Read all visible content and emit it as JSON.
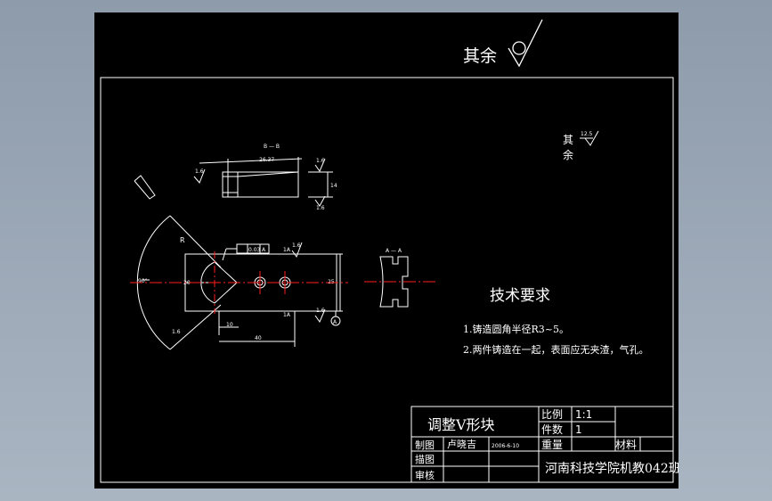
{
  "colors": {
    "background": "#000000",
    "outer": "#9aa7b6",
    "line": "#ffffff",
    "centerline": "#ff2020"
  },
  "roughness": {
    "remainder_label": "其余",
    "remainder_label_small": "其余",
    "small_value": "12.5"
  },
  "section_label": "A — A",
  "top_view_label": "B — B",
  "tolerance": {
    "value": "0.03",
    "datum": "A"
  },
  "dimensions": {
    "top_width": "26.37",
    "top_height": "14",
    "rough_16a": "1.6",
    "rough_16b": "1.6",
    "rough_16c": "1.6",
    "rough_16d": "1.6",
    "rough_16e": "1.6",
    "rough_16f": "1.6",
    "radius": "R",
    "left_len": "20",
    "width_v": "10",
    "length_total": "40",
    "height_total": "25",
    "arc_angle": "90°",
    "section_a_top": "1A",
    "section_a_bot": "1A",
    "datum_bubble": "A"
  },
  "tech_req": {
    "title": "技术要求",
    "items": [
      "1.铸造圆角半径R3~5。",
      "2.两件铸造在一起，表面应无夹渣，气孔。"
    ]
  },
  "title_block": {
    "part_name": "调整V形块",
    "scale_label": "比例",
    "scale_value": "1:1",
    "count_label": "件数",
    "count_value": "1",
    "weight_label": "重量",
    "material_label": "材料",
    "drawn_label": "制图",
    "drawn_name": "卢晓吉",
    "drawn_date": "2006-6-10",
    "check_label": "描图",
    "review_label": "审核",
    "school": "河南科技学院机教042班"
  }
}
